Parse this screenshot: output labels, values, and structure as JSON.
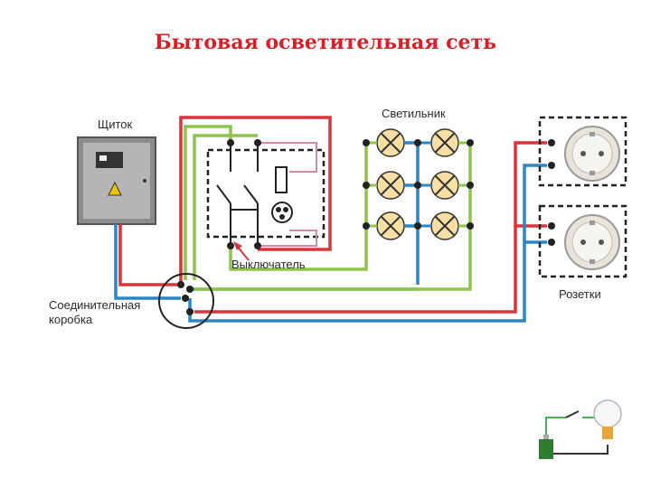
{
  "title": "Бытовая осветительная сеть",
  "labels": {
    "panel": "Щиток",
    "lamps": "Светильник",
    "switch": "Выключатель",
    "junction_line1": "Соединительная",
    "junction_line2": "коробка",
    "sockets": "Розетки"
  },
  "colors": {
    "phase": "#d9343a",
    "neutral": "#2b86c5",
    "switched": "#8ec44a",
    "title": "#d42026"
  }
}
